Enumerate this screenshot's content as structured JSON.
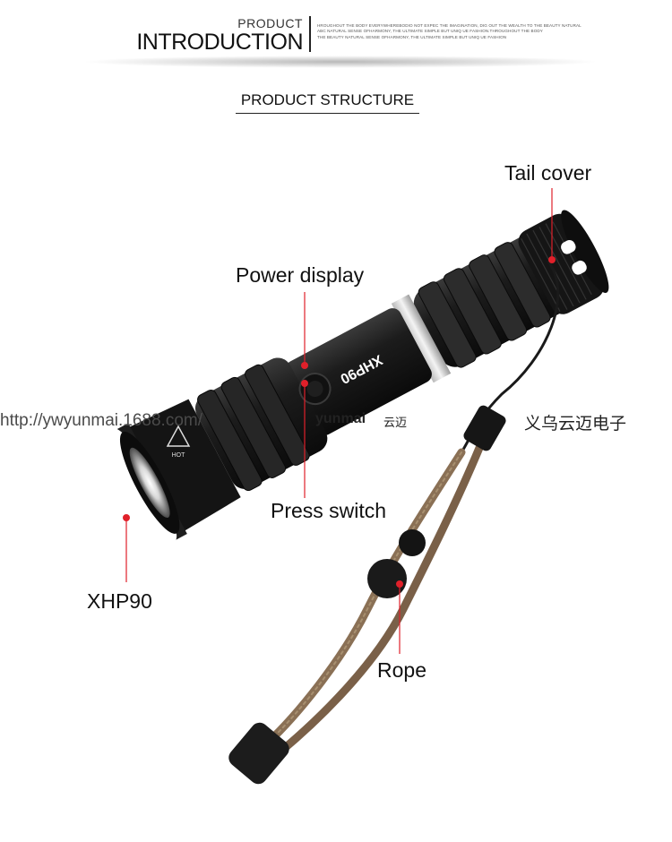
{
  "header": {
    "kicker": "PRODUCT",
    "title": "INTRODUCTION",
    "tagline": [
      "HROUGHOUT THE BODY EVERYWHEREBODIO NOT EXPEC THE IMAGINATION, DIG OUT THE WEALTH TO THE BEAUTY NATURAL",
      "ABC NATURAL SENSE OFHARMONY, THE ULTIMATE SIMPLE BUT UNIQ UE FASHION.THROUGHOUT THE BODY",
      "THE BEAUTY NATURAL SENSE OFHARMONY, THE ULTIMATE SIMPLE BUT UNIQ UE FASHION"
    ]
  },
  "section_title": "PRODUCT STRUCTURE",
  "labels": {
    "tail_cover": "Tail cover",
    "power_display": "Power display",
    "press_switch": "Press switch",
    "xhp90": "XHP90",
    "rope": "Rope"
  },
  "product_marks": {
    "model": "XHP90",
    "hot": "HOT"
  },
  "watermarks": {
    "url": "http://ywyunmai.1688.com/",
    "brand": "yunmai",
    "brand_cn": "云迈",
    "company_cn": "义乌云迈电子"
  },
  "colors": {
    "callout_line": "#e0202a",
    "callout_dot": "#e0202a",
    "body": "#1a1a1a",
    "rope": "#8a7055"
  }
}
